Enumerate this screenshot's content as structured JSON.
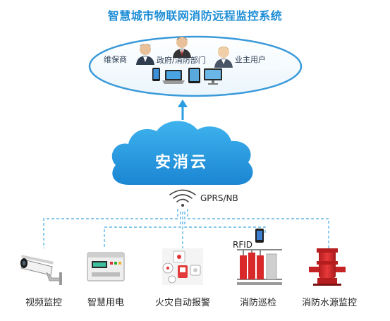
{
  "title": "智慧城市物联网消防远程监控系统",
  "roles": {
    "maintainer": "维保商",
    "government": "政府/消防部门",
    "owner": "业主用户"
  },
  "cloud": {
    "label": "安消云"
  },
  "network": {
    "label": "GPRS/NB"
  },
  "rfid": {
    "label": "RFID"
  },
  "systems": [
    {
      "label": "视频监控",
      "icon": "cctv-camera-icon"
    },
    {
      "label": "智慧用电",
      "icon": "electric-meter-icon"
    },
    {
      "label": "火灾自动报警",
      "icon": "fire-alarm-devices-icon"
    },
    {
      "label": "消防巡检",
      "icon": "fire-pump-room-icon"
    },
    {
      "label": "消防水源监控",
      "icon": "fire-water-pump-icon"
    }
  ],
  "colors": {
    "accent": "#1f8ed6",
    "cloud": "#2a9ee0",
    "dashed_line": "#5fb6e6",
    "ellipse": "#3a9ad9",
    "pump_red": "#d8282a"
  }
}
